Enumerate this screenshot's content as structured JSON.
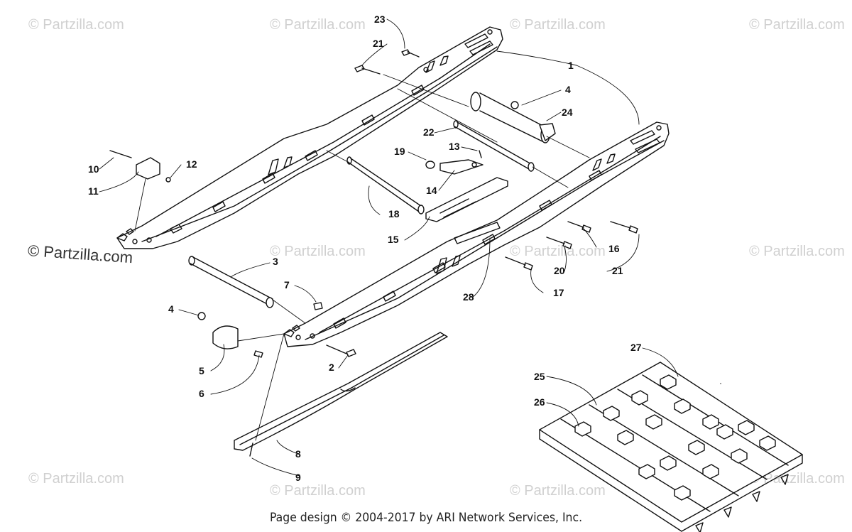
{
  "watermark": {
    "text": "© Partzilla.com",
    "prominent_text": "© Partzilla.com"
  },
  "callouts": [
    "1",
    "2",
    "3",
    "4",
    "4",
    "5",
    "6",
    "7",
    "8",
    "9",
    "10",
    "11",
    "12",
    "13",
    "14",
    "15",
    "16",
    "17",
    "18",
    "19",
    "20",
    "21",
    "21",
    "22",
    "23",
    "24",
    "25",
    "26",
    "27",
    "28"
  ],
  "footer": {
    "text": "Page design © 2004-2017 by ARI Network Services, Inc."
  },
  "colors": {
    "line": "#111111",
    "watermark": "#d0d0d0"
  }
}
